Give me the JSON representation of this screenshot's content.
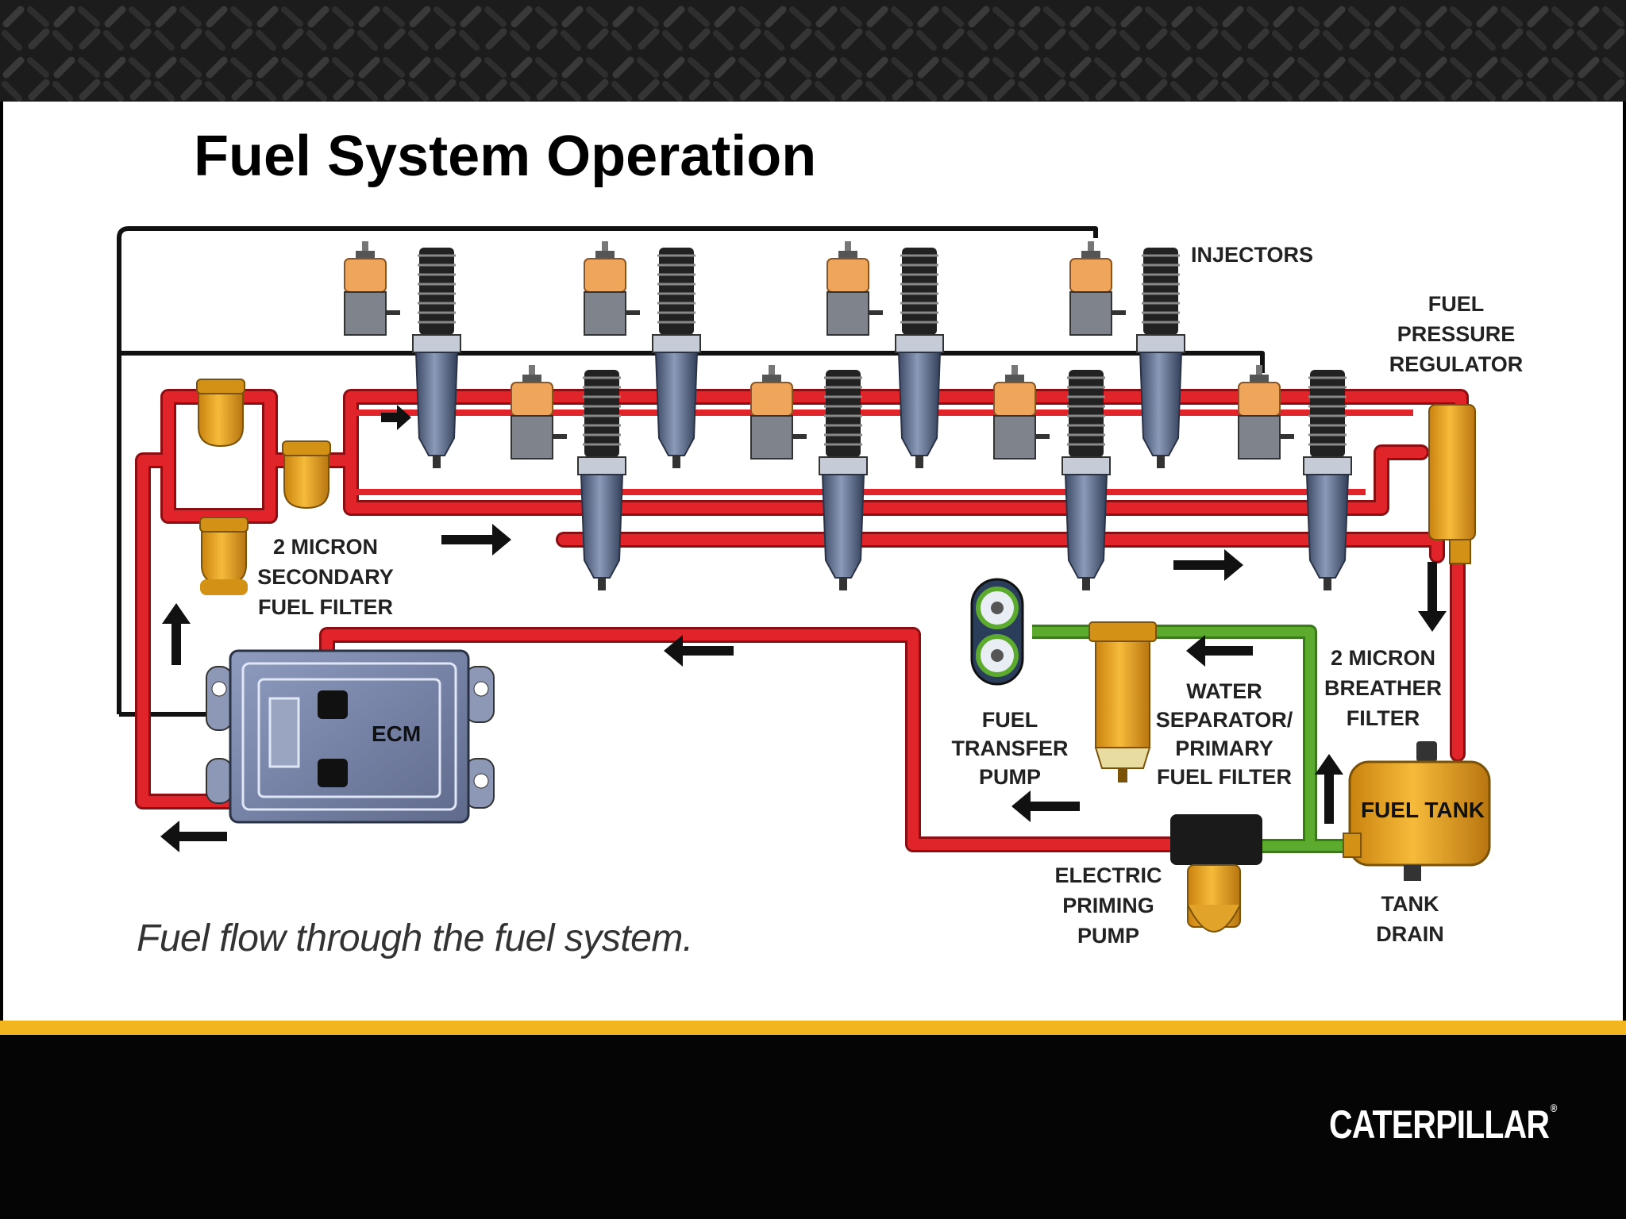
{
  "title": "Fuel System Operation",
  "caption": "Fuel flow through the fuel system.",
  "labels": {
    "injectors": "INJECTORS",
    "regulator": [
      "FUEL",
      "PRESSURE",
      "REGULATOR"
    ],
    "secondary_filter": [
      "2 MICRON",
      "SECONDARY",
      "FUEL FILTER"
    ],
    "ecm": "ECM",
    "transfer_pump": [
      "FUEL",
      "TRANSFER",
      "PUMP"
    ],
    "water_separator": [
      "WATER",
      "SEPARATOR/",
      "PRIMARY",
      "FUEL FILTER"
    ],
    "breather": [
      "2 MICRON",
      "BREATHER",
      "FILTER"
    ],
    "fuel_tank": "FUEL TANK",
    "priming_pump": [
      "ELECTRIC",
      "PRIMING",
      "PUMP"
    ],
    "tank_drain": [
      "TANK",
      "DRAIN"
    ]
  },
  "logo": {
    "text": "CATERPILLAR",
    "mark": "®"
  },
  "colors": {
    "fuel_line": "#e0242a",
    "suction_line": "#5cab2e",
    "wiring": "#111111",
    "filter_body": "#e9a21e",
    "accent_yellow": "#f3b51e",
    "injector_body": "#5a6a88",
    "solenoid": "#f0a65a",
    "ecm_body": "#7d8aad"
  }
}
